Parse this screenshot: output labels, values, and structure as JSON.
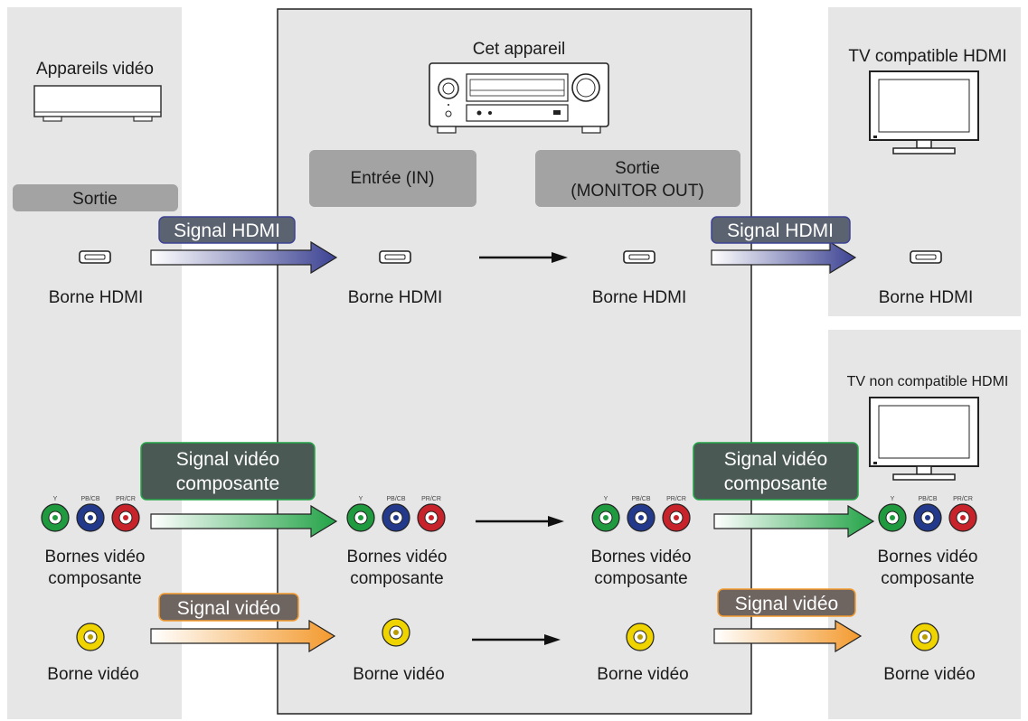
{
  "source_panel": {
    "title": "Appareils vidéo",
    "output_label": "Sortie",
    "hdmi_label": "Borne HDMI",
    "component_label": [
      "Bornes vidéo",
      "composante"
    ],
    "video_label": "Borne vidéo"
  },
  "center_panel": {
    "title": "Cet appareil",
    "input_label": "Entrée (IN)",
    "output_label": [
      "Sortie",
      "(MONITOR OUT)"
    ],
    "hdmi_in_label": "Borne HDMI",
    "hdmi_out_label": "Borne HDMI",
    "component_in_label": [
      "Bornes vidéo",
      "composante"
    ],
    "component_out_label": [
      "Bornes vidéo",
      "composante"
    ],
    "video_in_label": "Borne vidéo",
    "video_out_label": "Borne vidéo"
  },
  "tv_hdmi_panel": {
    "title": "TV compatible HDMI",
    "hdmi_label": "Borne HDMI"
  },
  "tv_nonhdmi_panel": {
    "title": "TV non compatible HDMI",
    "component_label": [
      "Bornes vidéo",
      "composante"
    ],
    "video_label": "Borne vidéo"
  },
  "signals": {
    "hdmi": "Signal HDMI",
    "component": [
      "Signal vidéo",
      "composante"
    ],
    "video": "Signal vidéo"
  },
  "jack_labels": [
    "Y",
    "PB/CB",
    "PR/CR"
  ],
  "colors": {
    "panel_gray": "#e6e6e6",
    "pill_gray": "#a3a3a3",
    "hdmi_blue": "#3d4393",
    "component_green": "#23a347",
    "video_orange": "#f39a2e",
    "jack_green": "#1f9a3e",
    "jack_blue": "#233a8c",
    "jack_red": "#c8222a",
    "jack_yellow": "#f0d400"
  }
}
